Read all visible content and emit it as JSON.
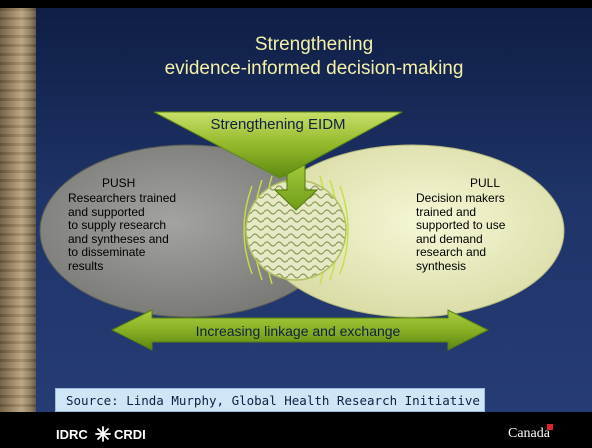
{
  "title": {
    "line1": "Strengthening",
    "line2": "evidence-informed decision-making"
  },
  "diagram": {
    "top_arrow_label": "Strengthening EIDM",
    "push": {
      "heading": "PUSH",
      "lines": [
        "Researchers trained",
        "and supported",
        "to supply research",
        "and syntheses and",
        "to disseminate",
        "results"
      ]
    },
    "pull": {
      "heading": "PULL",
      "lines": [
        "Decision makers",
        "trained and",
        "supported to use",
        "and demand",
        "research and",
        "synthesis"
      ]
    },
    "bottom_arrow_label": "Increasing linkage and exchange"
  },
  "source": {
    "text": "Source: Linda Murphy, Global Health Research Initiative"
  },
  "footer": {
    "left_logo": {
      "idrc": "IDRC",
      "crdi": "CRDI",
      "icon": "snowflake-star-icon"
    },
    "right_logo": {
      "text": "Canada",
      "icon": "canada-flag-icon"
    }
  },
  "colors": {
    "background": "#1f3468",
    "title": "#f4f0a8",
    "arrow_green": "#8fb524",
    "push_oval": "#8a8a86",
    "pull_oval": "#ecedc3",
    "source_box": "#cfe6f7"
  }
}
